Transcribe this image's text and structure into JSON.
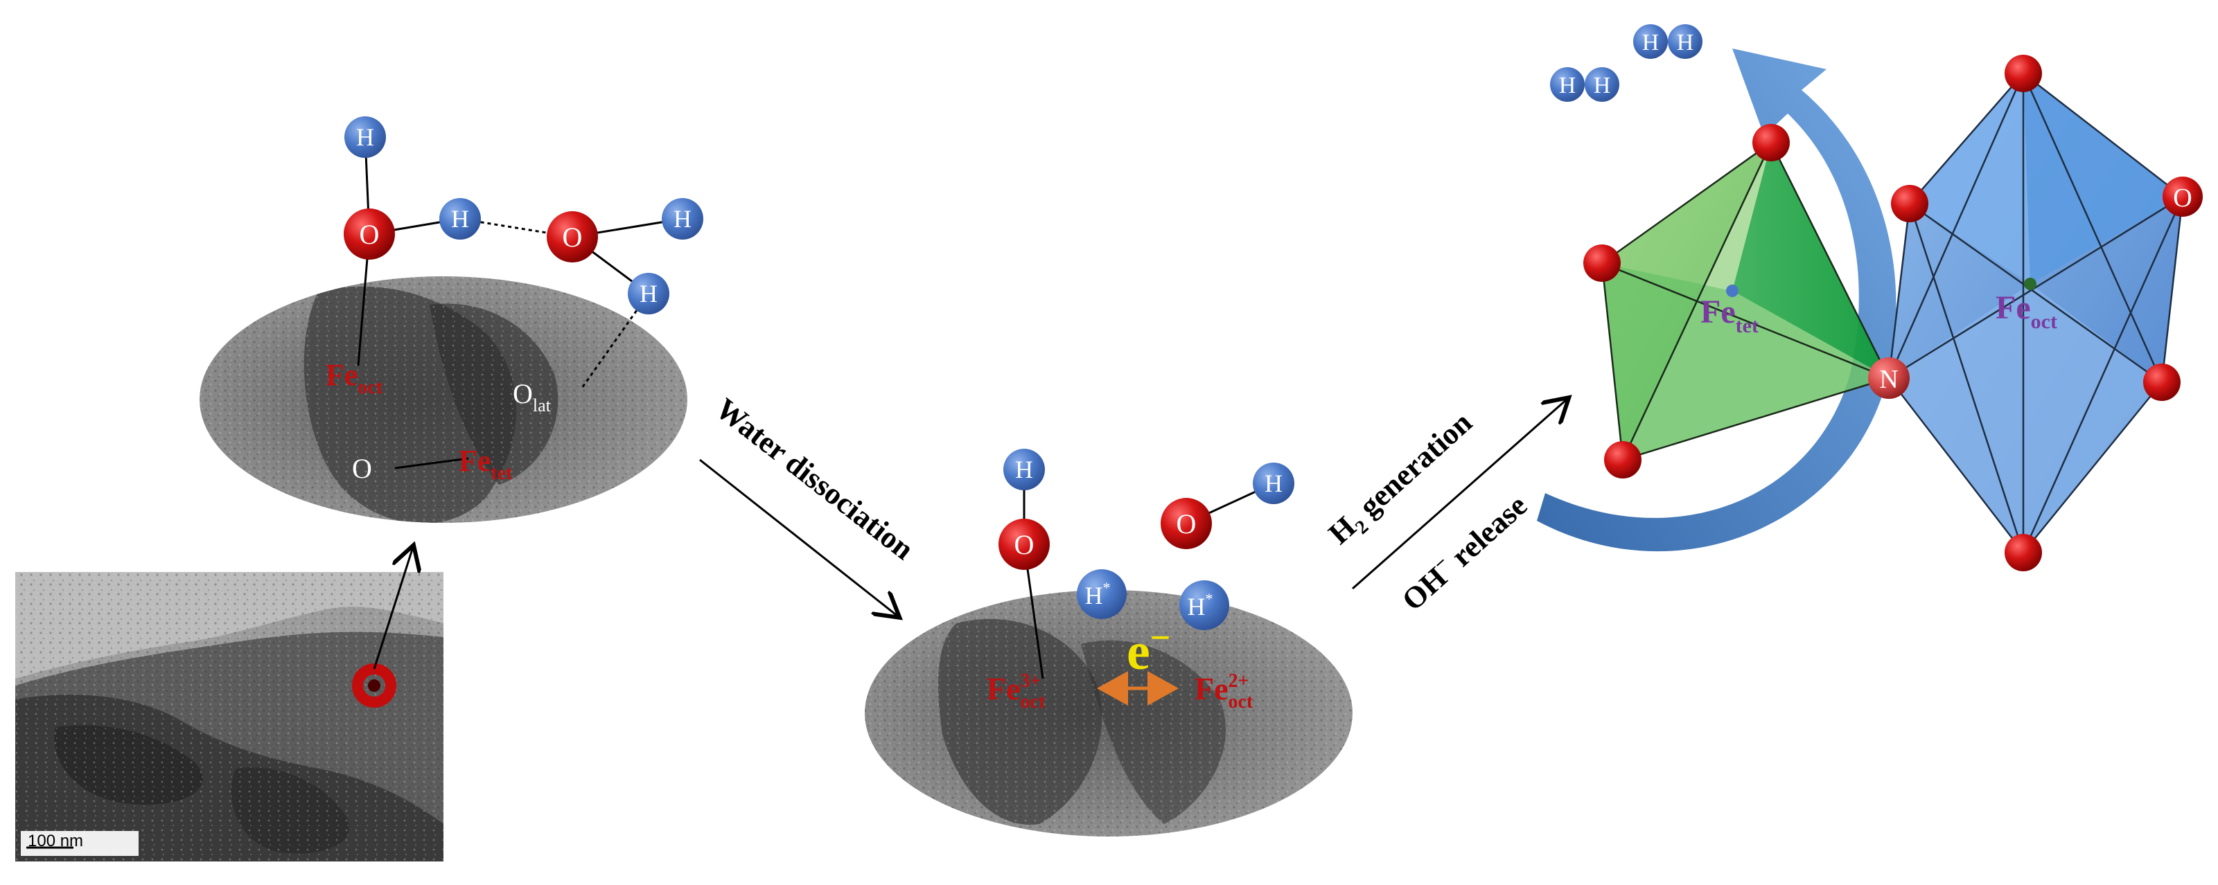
{
  "scale_bar": {
    "label": "100 nm"
  },
  "atoms": {
    "H": "H",
    "O": "O",
    "N": "N",
    "O_lat": {
      "base": "O",
      "sub": "lat"
    },
    "Fe": "Fe",
    "oct": "oct",
    "tet": "tet",
    "three_plus": "3+",
    "two_plus": "2+",
    "H_star": {
      "base": "H",
      "sup": "*"
    }
  },
  "electron": {
    "base": "e",
    "sup": "−"
  },
  "steps": {
    "water_dissociation": "Water dissociation",
    "h2_generation": {
      "base": "H",
      "sub": "2",
      "rest": " generation"
    },
    "oh_release": {
      "base": "OH",
      "sup": "−",
      "rest": "  release"
    }
  },
  "colors": {
    "oxygen": "#c40c0c",
    "hydrogen": "#4a78c8",
    "fe_label_red": "#c01010",
    "fe_label_purple": "#7a3aa0",
    "electron_yellow": "#f2e200",
    "electron_arrow": "#e07a2a",
    "tetrahedron_green": "#2faa4a",
    "octahedron_blue": "#5a8fd6",
    "curved_arrow_blue": "#4a80c0"
  }
}
